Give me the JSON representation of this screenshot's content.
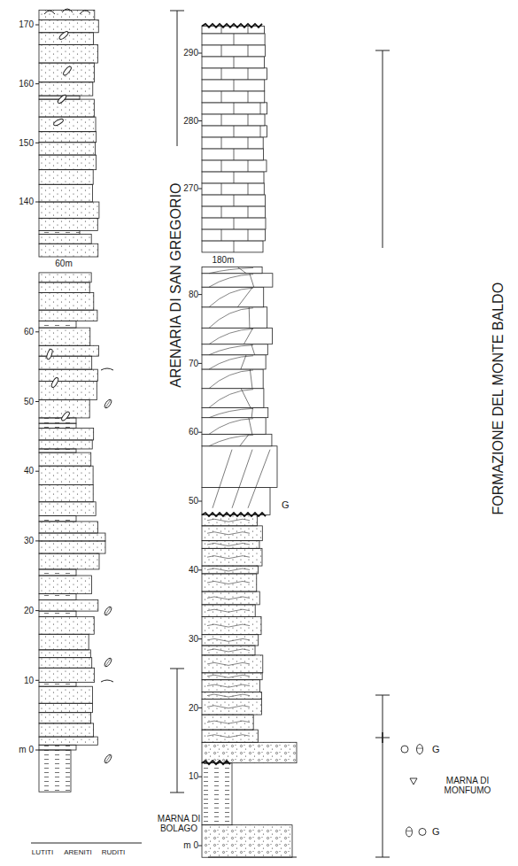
{
  "diagram": {
    "labels": [
      "170",
      "160",
      "150",
      "140",
      "60m",
      "60",
      "50",
      "40",
      "30",
      "20",
      "10",
      "m 0",
      "ARENARIA DI SAN GREGORIO",
      "MARNA DI BOLAGO",
      "LUTITI",
      "ARENITI",
      "RUDITI",
      "290",
      "280",
      "270",
      "180m",
      "80",
      "70",
      "60",
      "50",
      "40",
      "30",
      "20",
      "10",
      "m 0",
      "G",
      "G",
      "G",
      "FORMAZIONE DEL MONTE BALDO",
      "MARNA DI MONFUMO"
    ]
  }
}
